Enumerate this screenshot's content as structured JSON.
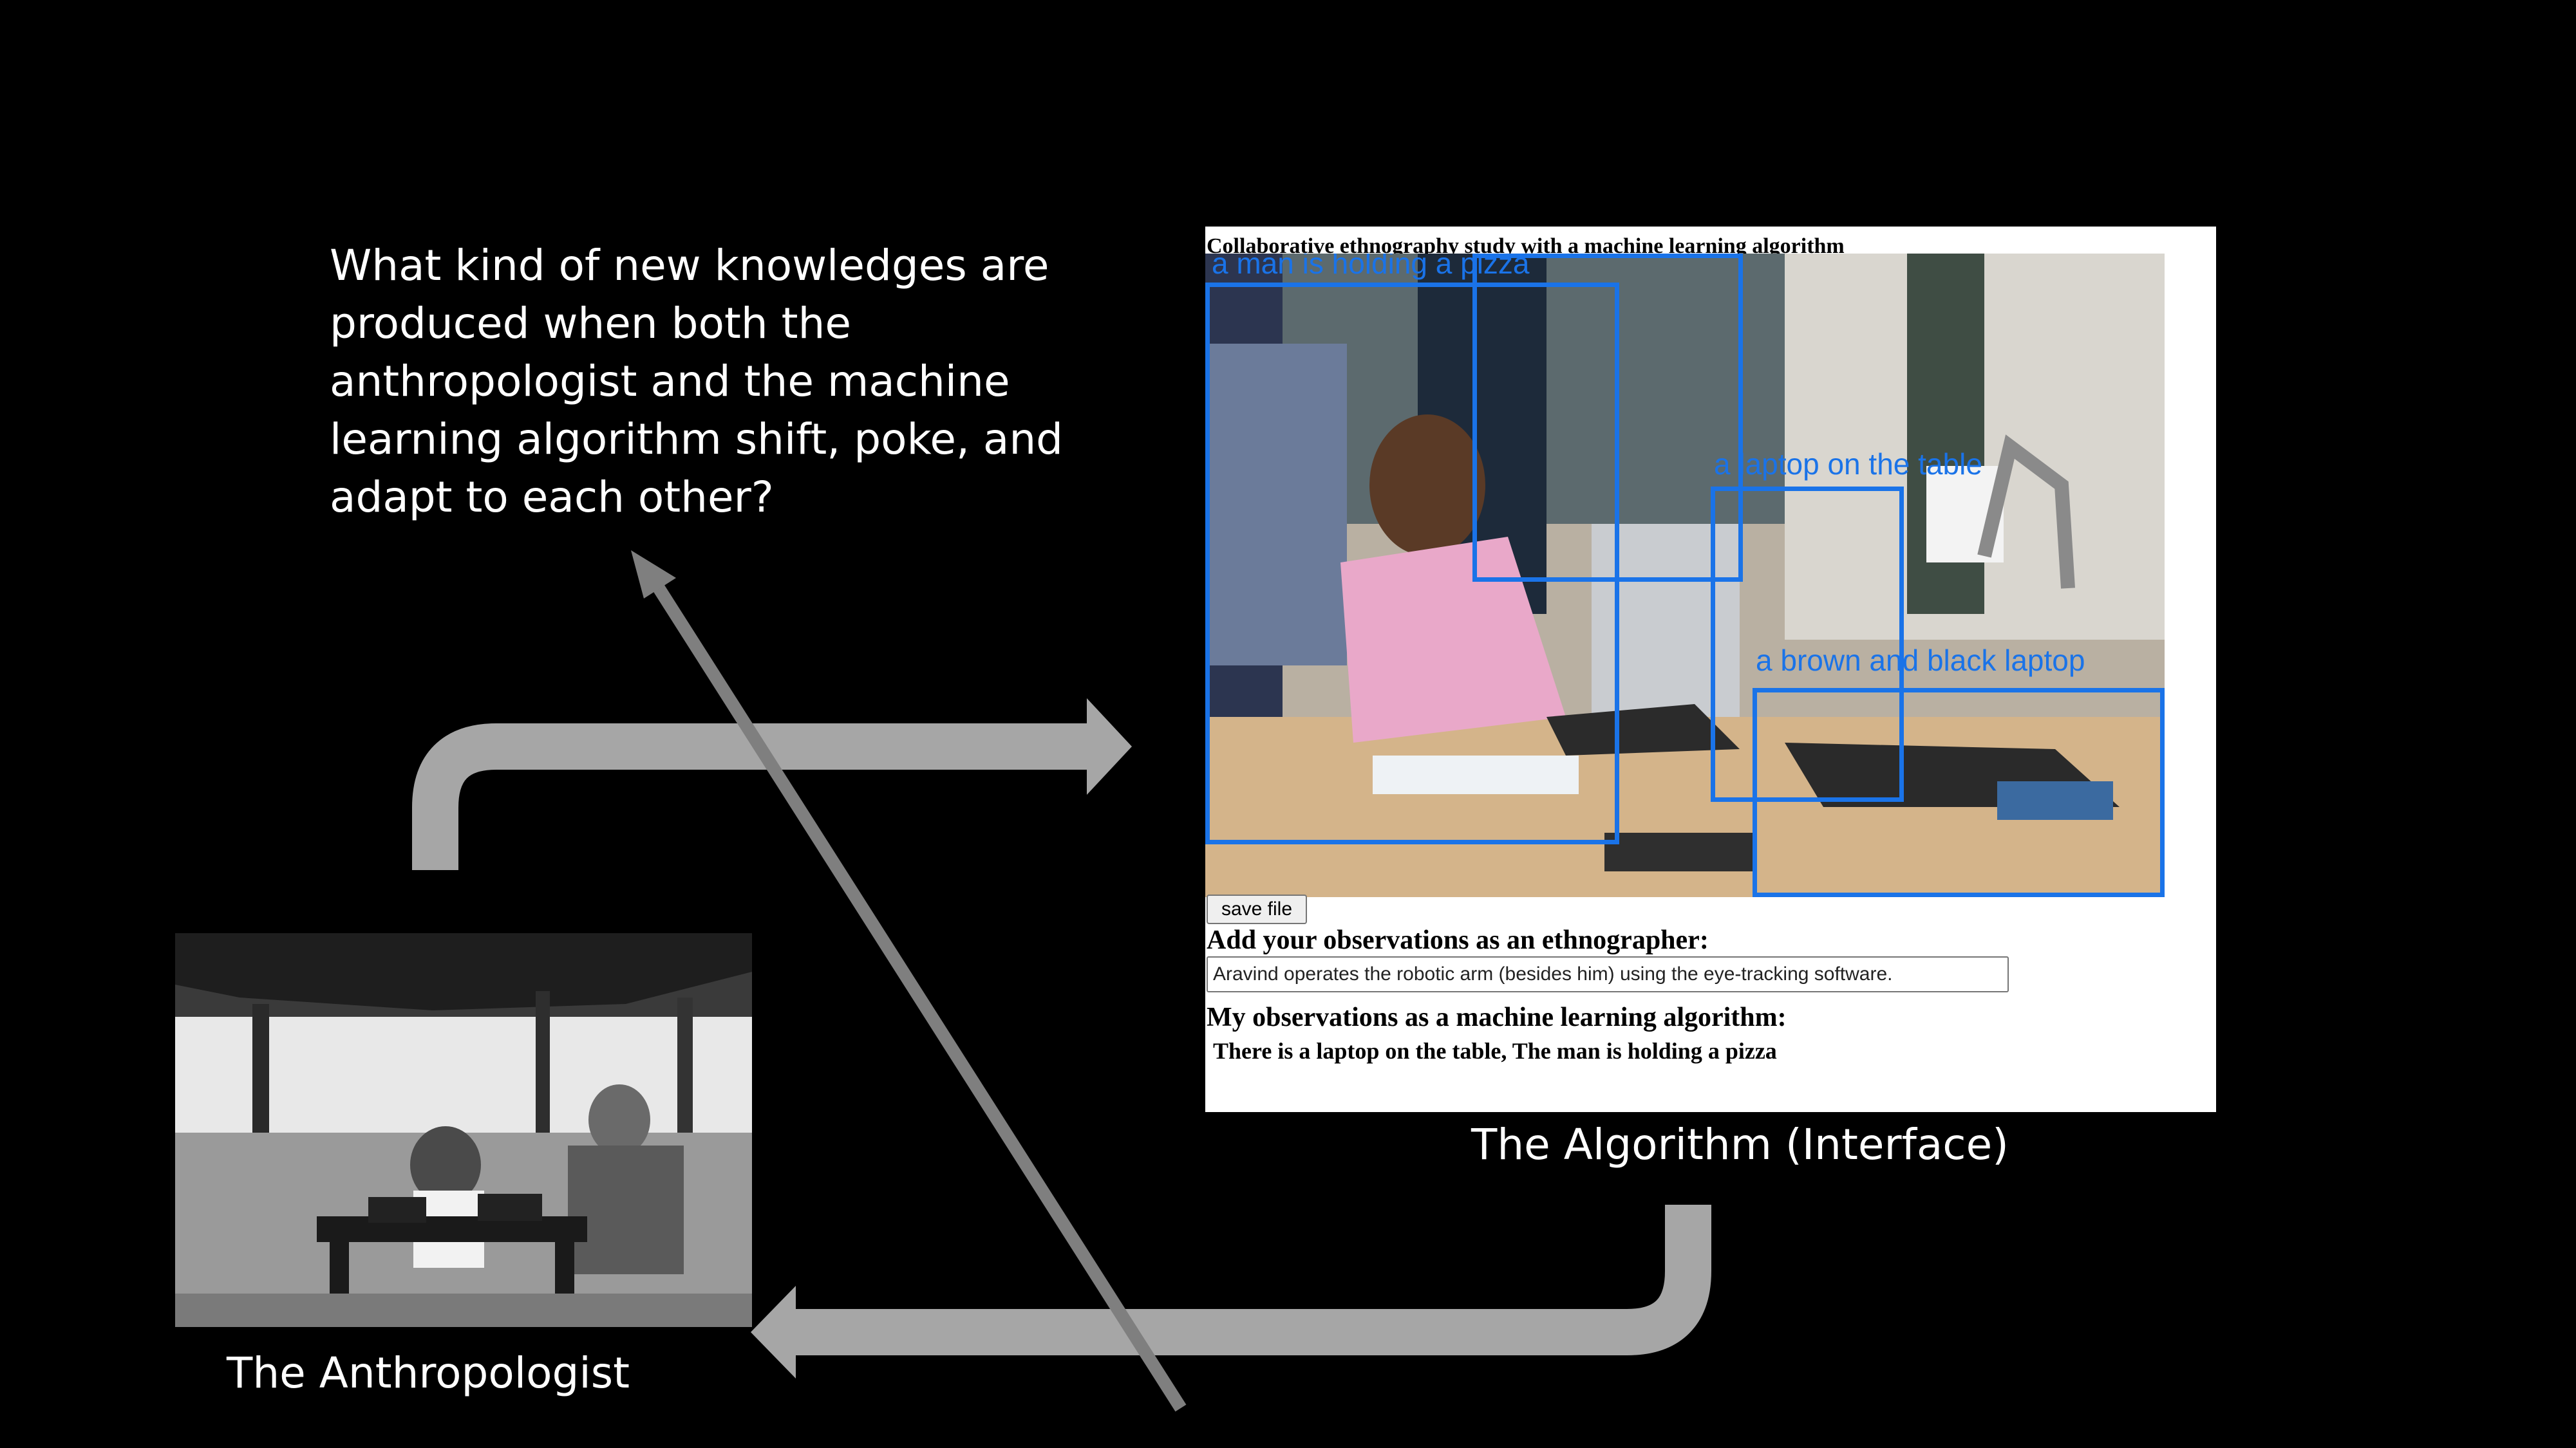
{
  "slide": {
    "question": "What kind of new knowledges are produced when both the anthropologist and the machine learning algorithm shift, poke, and adapt to each other?",
    "caption_anthropologist": "The Anthropologist",
    "caption_algorithm": "The Algorithm (Interface)"
  },
  "interface": {
    "title": "Collaborative ethnography study with a machine learning algorithm",
    "detections": [
      {
        "label": "a man is holding a pizza"
      },
      {
        "label": "a laptop on the table"
      },
      {
        "label": "a brown and black laptop"
      }
    ],
    "save_button": "save file",
    "observation_heading": "Add your observations as an ethnographer:",
    "observation_value": "Aravind operates the robotic arm (besides him) using the eye-tracking software.",
    "ml_heading": "My observations as a machine learning algorithm:",
    "ml_observation": "There is a laptop on the table, The man is holding a pizza"
  },
  "colors": {
    "background": "#000000",
    "arrow": "#a6a6a6",
    "detection": "#1a73e8"
  }
}
